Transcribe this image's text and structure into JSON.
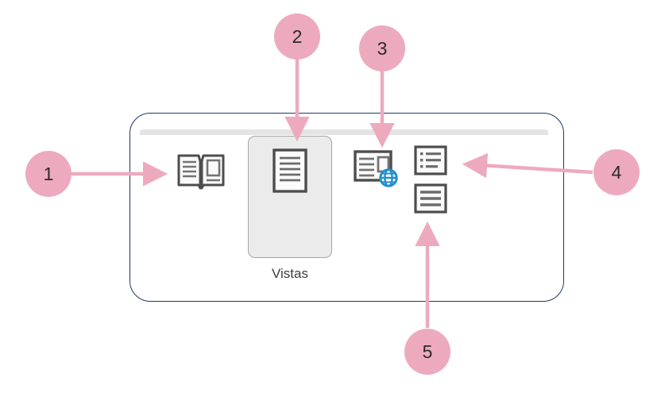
{
  "image": {
    "kind": "annotated-screenshot",
    "subject": "Word ribbon Views group with numbered callouts"
  },
  "ribbon_group": {
    "label": "Vistas",
    "border_color": "#1f3864",
    "top_bar_color": "#e4e4e4",
    "buttons": [
      {
        "id": "read-mode",
        "icon": "open-book-icon",
        "selected": false,
        "callout": "1"
      },
      {
        "id": "print-layout",
        "icon": "document-page-icon",
        "selected": true,
        "callout": "2"
      },
      {
        "id": "web-layout",
        "icon": "web-layout-globe-icon",
        "selected": false,
        "callout": "3",
        "accent_color": "#2090d0"
      },
      {
        "id": "outline-view",
        "icon": "outline-list-icon",
        "selected": false,
        "callout": "4"
      },
      {
        "id": "draft-view",
        "icon": "draft-lines-icon",
        "selected": false,
        "callout": "5"
      }
    ]
  },
  "callouts": {
    "fill_color": "#edaabf",
    "text_color": "#2b2b2b",
    "items": [
      {
        "number": "1",
        "direction": "right"
      },
      {
        "number": "2",
        "direction": "down"
      },
      {
        "number": "3",
        "direction": "down"
      },
      {
        "number": "4",
        "direction": "left"
      },
      {
        "number": "5",
        "direction": "up"
      }
    ]
  }
}
